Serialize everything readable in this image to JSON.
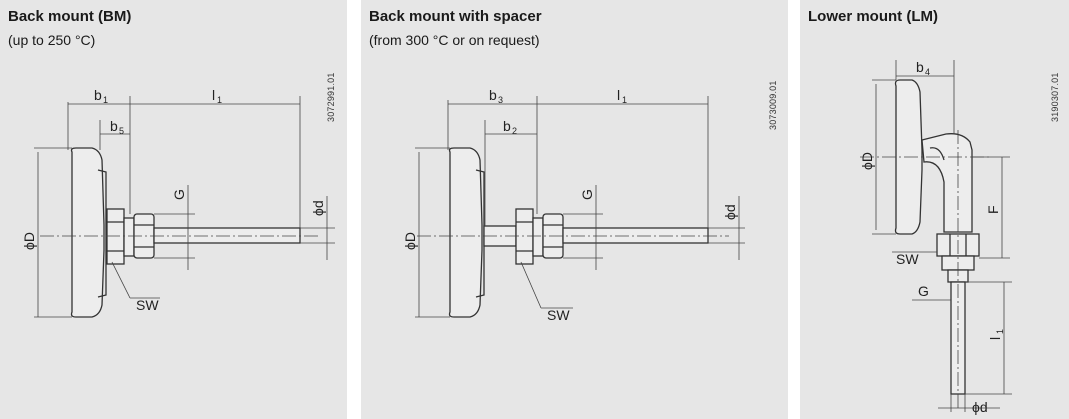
{
  "panels": [
    {
      "title": "Back mount (BM)",
      "subtitle": "(up to 250 °C)",
      "code": "3072991.01",
      "labels": {
        "b1": "b",
        "b1s": "1",
        "b5": "b",
        "b5s": "5",
        "l1": "l",
        "l1s": "1",
        "G": "G",
        "d": "ϕd",
        "D": "ϕD",
        "SW": "SW"
      }
    },
    {
      "title": "Back mount with spacer",
      "subtitle": "(from 300 °C or on request)",
      "code": "3073009.01",
      "labels": {
        "b3": "b",
        "b3s": "3",
        "b2": "b",
        "b2s": "2",
        "l1": "l",
        "l1s": "1",
        "G": "G",
        "d": "ϕd",
        "D": "ϕD",
        "SW": "SW"
      }
    },
    {
      "title": "Lower mount (LM)",
      "subtitle": "",
      "code": "3190307.01",
      "labels": {
        "b4": "b",
        "b4s": "4",
        "D": "ϕD",
        "F": "F",
        "SW": "SW",
        "G": "G",
        "l1": "l",
        "l1s": "1",
        "d": "ϕd"
      }
    }
  ]
}
